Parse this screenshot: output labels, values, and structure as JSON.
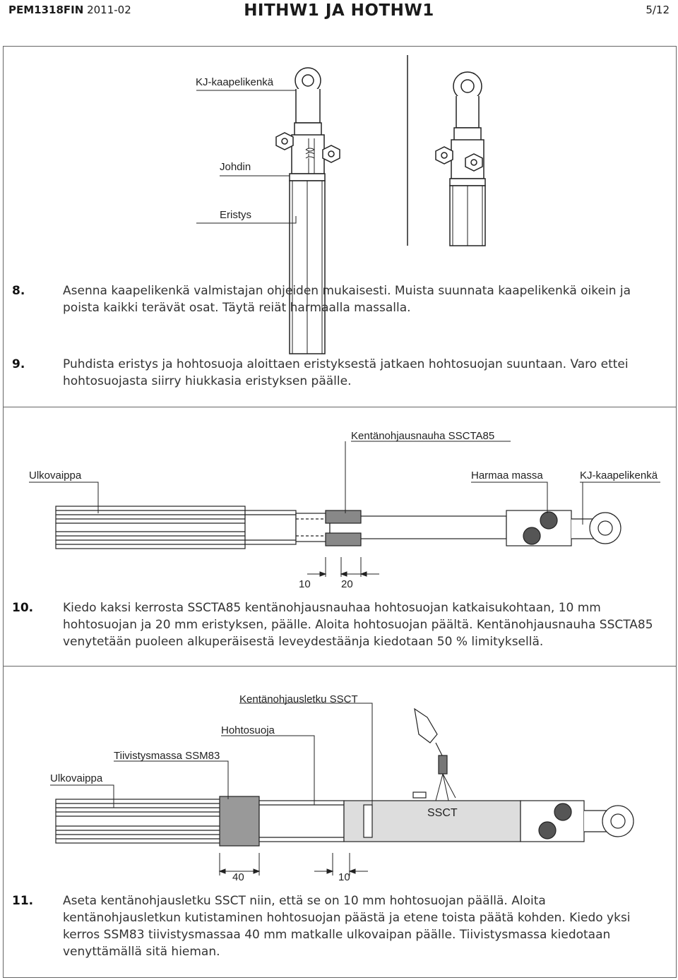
{
  "header": {
    "doc_code": "PEM1318FIN",
    "doc_date": "2011-02",
    "title": "HITHW1 JA HOTHW1",
    "page": "5/12"
  },
  "step8": {
    "labels": {
      "lug": "KJ-kaapelikenkä",
      "conductor": "Johdin",
      "insulation": "Eristys"
    },
    "number": "8.",
    "text": "Asenna kaapelikenkä valmistajan ohjeiden mukaisesti. Muista suunnata kaapelikenkä oikein ja poista kaikki terävät osat. Täytä reiät harmaalla massalla."
  },
  "step9": {
    "number": "9.",
    "text": "Puhdista eristys ja hohtosuoja aloittaen eristyksestä jatkaen hohtosuojan suuntaan. Varo ettei hohtosuojasta siirry hiukkasia eristyksen päälle."
  },
  "step10": {
    "labels": {
      "tape": "Kentänohjausnauha SSCTA85",
      "sheath": "Ulkovaippa",
      "grey_mass": "Harmaa massa",
      "lug": "KJ-kaapelikenkä"
    },
    "dims": [
      "10",
      "20"
    ],
    "number": "10.",
    "text": "Kiedo kaksi kerrosta SSCTA85 kentänohjausnauhaa hohtosuojan katkaisukohtaan, 10 mm hohtosuojan ja 20 mm eristyksen, päälle. Aloita hohtosuojan päältä. Kentänohjausnauha SSCTA85 venytetään puoleen alkuperäisestä leveydestäänja kiedotaan 50 % limityksellä."
  },
  "step11": {
    "labels": {
      "sleeve": "Kentänohjausletku SSCT",
      "screen": "Hohtosuoja",
      "sealant": "Tiivistysmassa SSM83",
      "sheath": "Ulkovaippa",
      "sleeve_print": "SSCT"
    },
    "dims": [
      "40",
      "10"
    ],
    "number": "11.",
    "text": "Aseta kentänohjausletku SSCT niin, että se on 10 mm hohtosuojan päällä. Aloita kentänohjausletkun kutistaminen hohtosuojan päästä ja etene toista päätä kohden. Kiedo yksi kerros SSM83 tiivistysmassaa 40 mm matkalle ulkovaipan päälle. Tiivistysmassa kiedotaan venyttämällä sitä hieman."
  }
}
